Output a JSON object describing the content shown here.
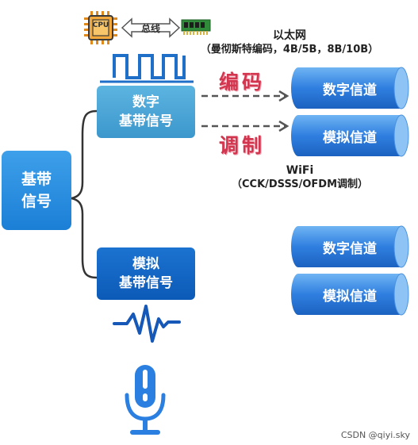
{
  "top": {
    "cpu_label": "CPU",
    "bus_label": "总线"
  },
  "ethernet": {
    "line1": "以太网",
    "line2": "（曼彻斯特编码，4B/5B，8B/10B）"
  },
  "wifi": {
    "line1": "WiFi",
    "line2": "（CCK/DSSS/OFDM调制）"
  },
  "root": {
    "line1": "基带",
    "line2": "信号"
  },
  "digital_baseband": {
    "line1": "数字",
    "line2": "基带信号"
  },
  "analog_baseband": {
    "line1": "模拟",
    "line2": "基带信号"
  },
  "labels": {
    "encode": "编码",
    "modulate": "调制"
  },
  "channels": {
    "digital_top": "数字信道",
    "analog_top": "模拟信道",
    "digital_bottom": "数字信道",
    "analog_bottom": "模拟信道"
  },
  "watermark": "CSDN @qiyi.sky",
  "colors": {
    "red_label": "#d2364f",
    "channel_blue": "#2f7fe0",
    "digital_box": "#4aa7d8",
    "analog_box": "#0f62c2",
    "root_box": "#2a8fe2"
  }
}
